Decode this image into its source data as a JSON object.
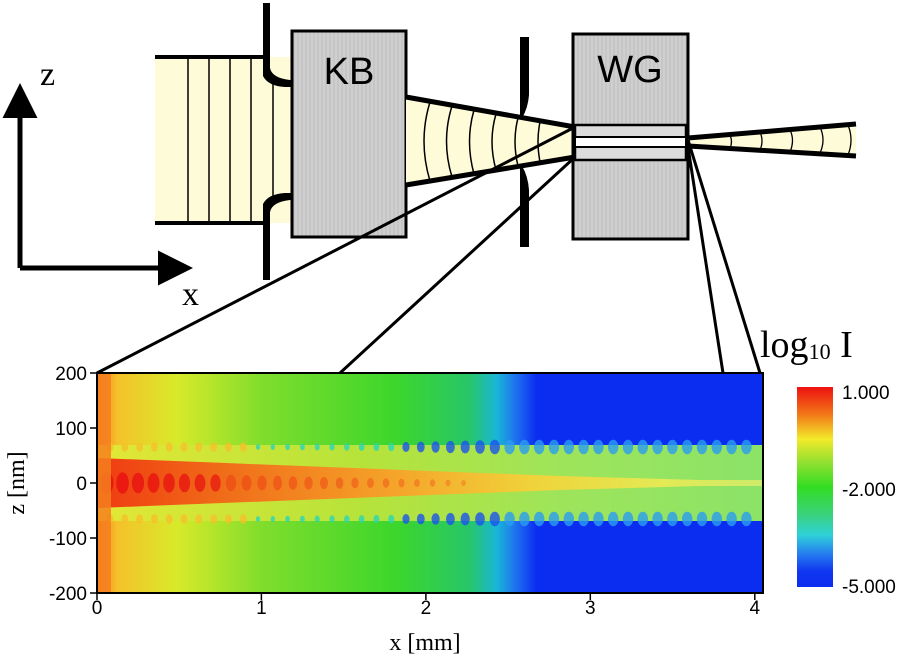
{
  "schematic": {
    "axis_z": "z",
    "axis_x": "x",
    "kb_label": "KB",
    "wg_label": "WG"
  },
  "plot": {
    "xlabel": "x [mm]",
    "ylabel": "z [nm]",
    "xticks": [
      "0",
      "1",
      "2",
      "3",
      "4"
    ],
    "yticks": [
      "200",
      "100",
      "0",
      "-100",
      "-200"
    ],
    "colorbar_title_main": "log",
    "colorbar_title_sub": "10",
    "colorbar_title_tail": " I",
    "colorbar_ticks": [
      "1.000",
      "-2.000",
      "-5.000"
    ],
    "colors": {
      "beam": "#fefbd9",
      "box": "#d3d3d3",
      "high": "#ee1111",
      "mid": "#33dd22",
      "low": "#0b2df0"
    }
  },
  "chart_data": {
    "type": "heatmap",
    "xlabel": "x [mm]",
    "ylabel": "z [nm]",
    "xlim": [
      0,
      4.05
    ],
    "ylim": [
      -200,
      200
    ],
    "colorbar_label": "log10 I",
    "colorbar_range": [
      -5.0,
      1.0
    ],
    "colorbar_ticks": [
      1.0,
      -2.0,
      -5.0
    ]
  }
}
